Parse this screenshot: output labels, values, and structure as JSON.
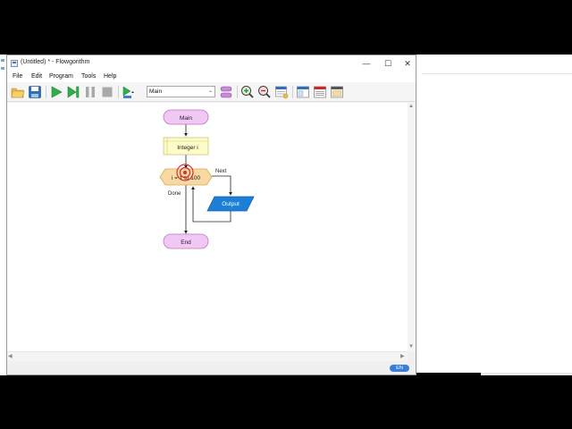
{
  "window": {
    "title": "(Untitled) * - Flowgorithm",
    "controls": {
      "minimize": "—",
      "maximize": "☐",
      "close": "✕"
    }
  },
  "menu": {
    "items": [
      "File",
      "Edit",
      "Program",
      "Tools",
      "Help"
    ]
  },
  "toolbar": {
    "function_select": {
      "value": "Main"
    },
    "icons": [
      "open-folder-icon",
      "save-icon",
      "run-icon",
      "step-icon",
      "pause-icon",
      "stop-icon",
      "speed-icon",
      "layout-icon",
      "zoom-in-icon",
      "zoom-out-icon",
      "variables-icon",
      "console-window-icon",
      "chart-window-icon",
      "source-code-window-icon"
    ]
  },
  "flowchart": {
    "start": "Main",
    "declare": "Integer i",
    "loop": "i = 1 to 100",
    "loop_next_label": "Next",
    "loop_done_label": "Done",
    "output": "Output",
    "end": "End",
    "colors": {
      "terminal_fill": "#f1c7f4",
      "terminal_stroke": "#b877c0",
      "declare_fill": "#fdfcc8",
      "declare_stroke": "#c9c77a",
      "loop_fill": "#f8d9a3",
      "loop_stroke": "#d6a957",
      "output_fill": "#1d7fd6",
      "output_stroke": "#1560a8",
      "breakpoint": "#d82d2d"
    }
  },
  "status": {
    "language": "EN"
  }
}
